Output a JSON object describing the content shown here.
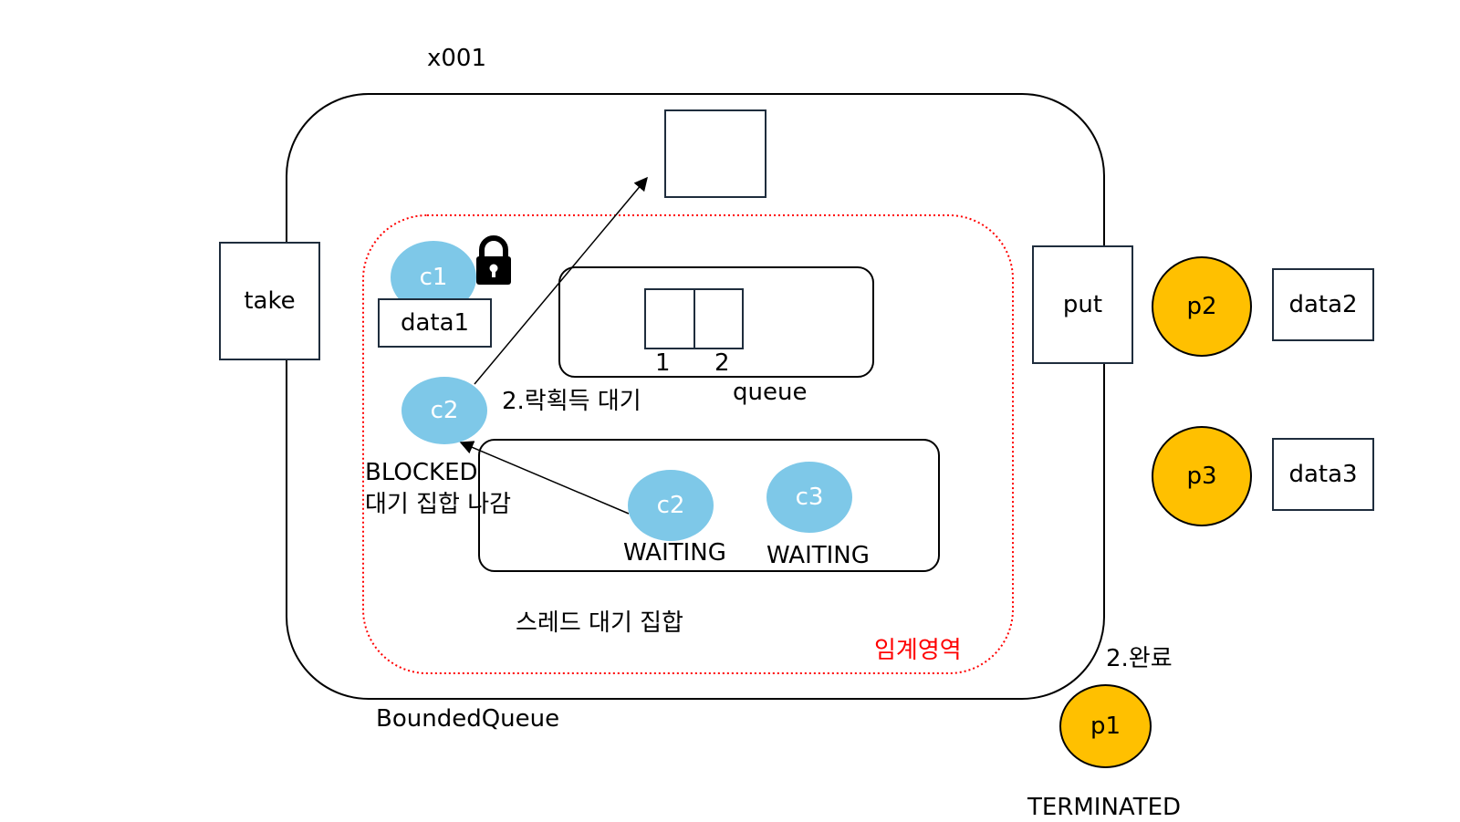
{
  "instance_label": "x001",
  "container_label": "BoundedQueue",
  "critical_section_label": "임계영역",
  "take_label": "take",
  "put_label": "put",
  "slot_label": "",
  "queue": {
    "label": "queue",
    "indices": [
      "1",
      "2"
    ]
  },
  "c1": {
    "label": "c1",
    "data": "data1"
  },
  "c2_blocked": {
    "label": "c2",
    "state": "BLOCKED",
    "note": "대기 집합 나감"
  },
  "lock_step_label": "2.락획득 대기",
  "wait_set": {
    "label": "스레드 대기 집합",
    "threads": [
      {
        "label": "c2",
        "state": "WAITING"
      },
      {
        "label": "c3",
        "state": "WAITING"
      }
    ]
  },
  "producers": [
    {
      "label": "p2",
      "data": "data2"
    },
    {
      "label": "p3",
      "data": "data3"
    }
  ],
  "p1": {
    "label": "p1",
    "step": "2.완료",
    "state": "TERMINATED"
  },
  "colors": {
    "consumer": "#7ec8e8",
    "producer": "#ffc000",
    "critical": "#ff0000"
  },
  "icons": [
    "lock-icon"
  ]
}
